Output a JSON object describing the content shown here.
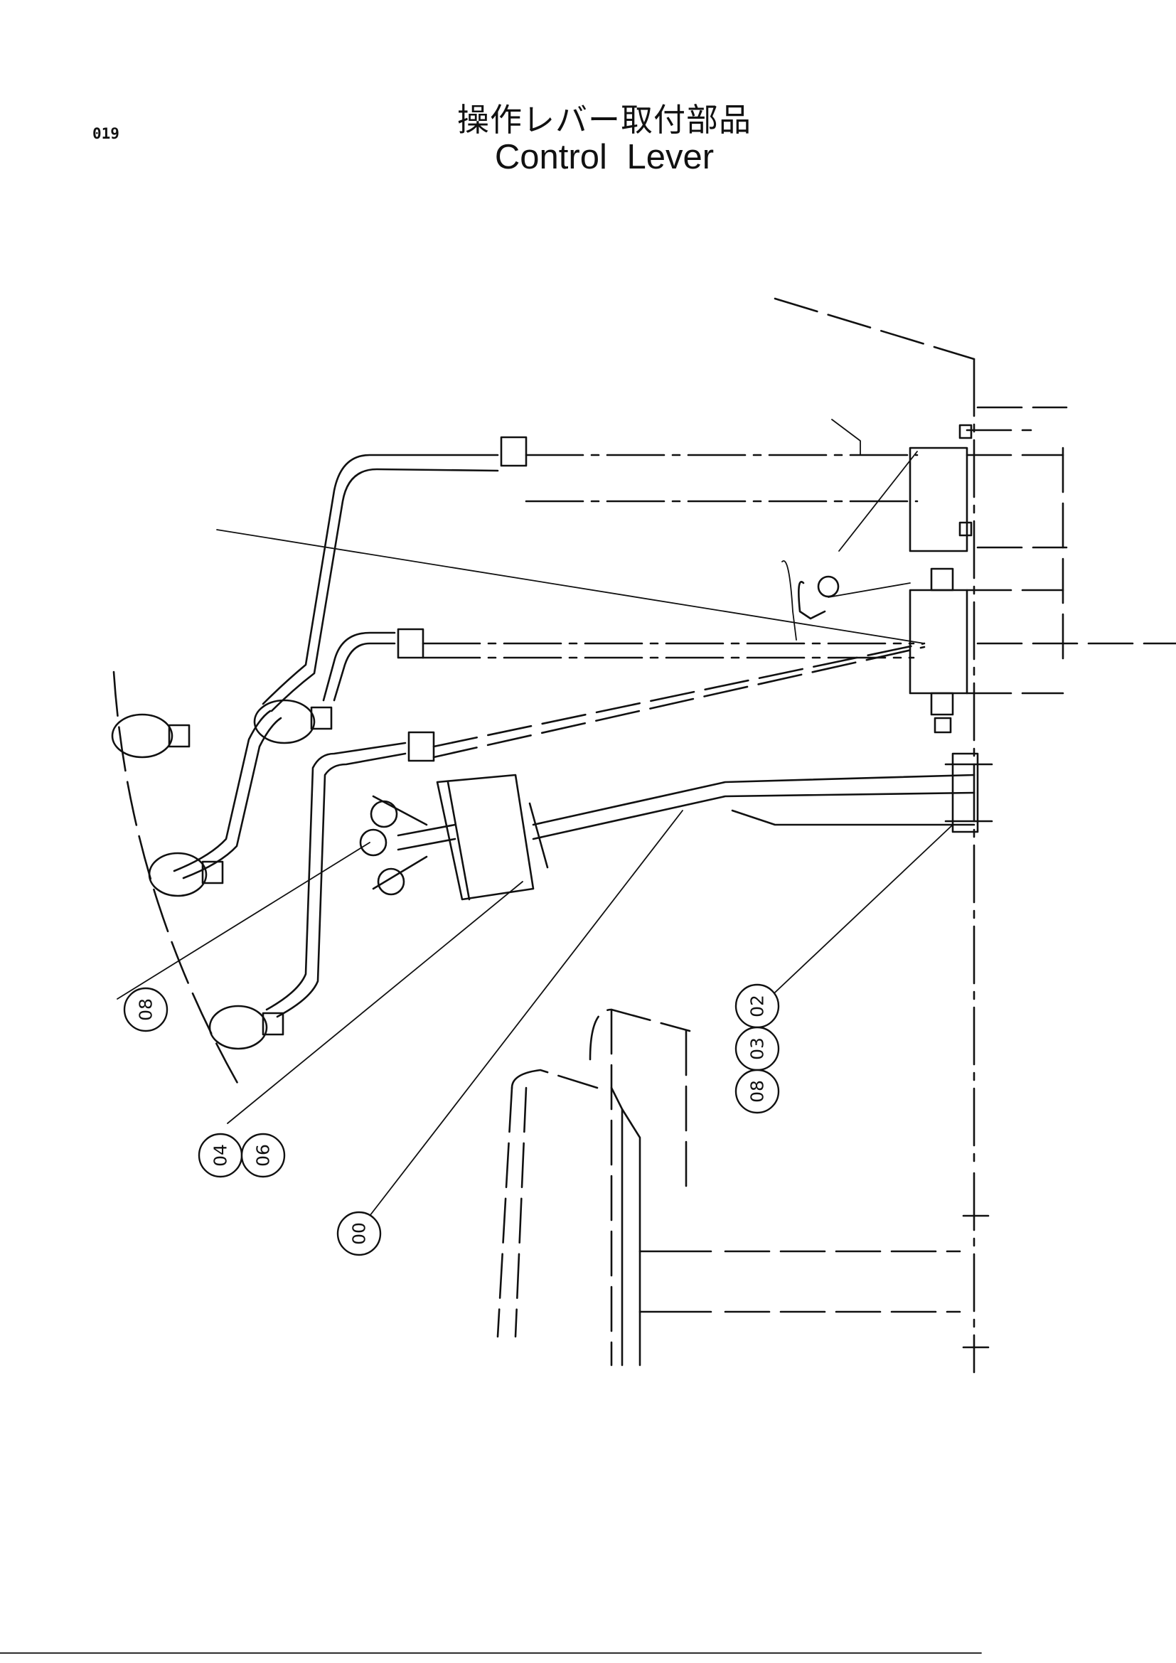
{
  "page": {
    "number": "019"
  },
  "title": {
    "jp": "操作レバー取付部品",
    "en": "Control  Lever"
  },
  "callouts": [
    {
      "label": "00"
    },
    {
      "label": "02"
    },
    {
      "label": "03"
    },
    {
      "label": "04"
    },
    {
      "label": "06"
    },
    {
      "label": "08"
    },
    {
      "label": "08"
    }
  ],
  "colors": {
    "ink": "#111111",
    "paper": "#ffffff"
  }
}
